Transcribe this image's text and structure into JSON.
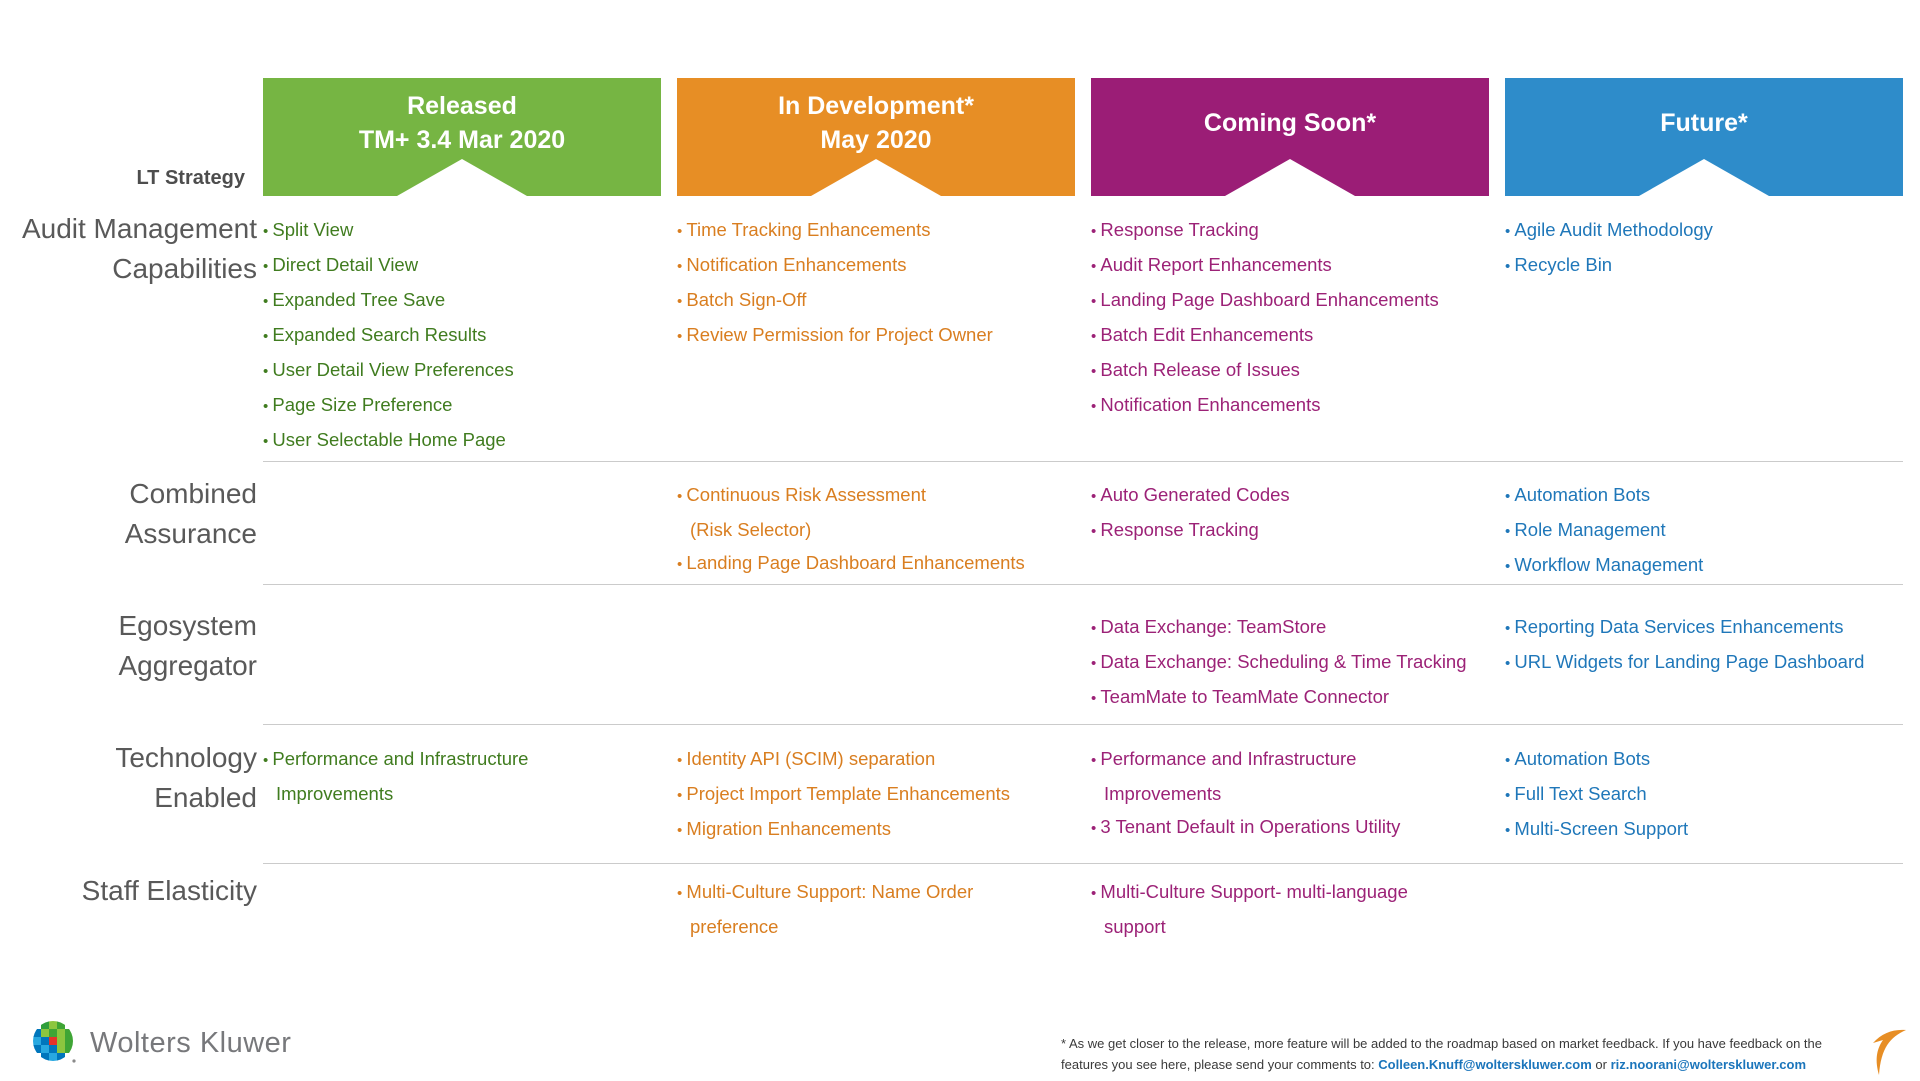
{
  "lt_strategy_label": "LT Strategy",
  "columns": [
    {
      "id": "released",
      "header_lines": [
        "Released",
        "TM+ 3.4 Mar 2020"
      ],
      "header_color": "#76B543",
      "text_color": "#407C1F"
    },
    {
      "id": "in-development",
      "header_lines": [
        "In Development*",
        "May 2020"
      ],
      "header_color": "#E78E25",
      "text_color": "#D97E20"
    },
    {
      "id": "coming-soon",
      "header_lines": [
        "Coming Soon*"
      ],
      "header_color": "#9B1D76",
      "text_color": "#9C2277"
    },
    {
      "id": "future",
      "header_lines": [
        "Future*"
      ],
      "header_color": "#2E8CCA",
      "text_color": "#1F77B9"
    }
  ],
  "rows": [
    {
      "id": "audit-management-capabilities",
      "label_lines": [
        "Audit Management",
        "Capabilities"
      ],
      "cells": [
        [
          "Split View",
          "Direct Detail View",
          "Expanded Tree Save",
          "Expanded Search Results",
          "User Detail View Preferences",
          "Page Size Preference",
          "User Selectable Home Page"
        ],
        [
          "Time Tracking Enhancements",
          "Notification Enhancements",
          "Batch Sign-Off",
          "Review Permission for Project Owner"
        ],
        [
          "Response Tracking",
          "Audit Report Enhancements",
          "Landing Page Dashboard Enhancements",
          "Batch Edit Enhancements",
          "Batch Release of Issues",
          "Notification Enhancements"
        ],
        [
          "Agile Audit Methodology",
          "Recycle Bin"
        ]
      ]
    },
    {
      "id": "combined-assurance",
      "label_lines": [
        "Combined",
        "Assurance"
      ],
      "cells": [
        [],
        [
          [
            "Continuous Risk Assessment",
            "(Risk Selector)"
          ],
          "Landing Page Dashboard Enhancements"
        ],
        [
          "Auto Generated Codes",
          "Response Tracking"
        ],
        [
          "Automation Bots",
          "Role Management",
          "Workflow Management"
        ]
      ]
    },
    {
      "id": "egosystem-aggregator",
      "label_lines": [
        "Egosystem",
        "Aggregator"
      ],
      "cells": [
        [],
        [],
        [
          "Data Exchange: TeamStore",
          "Data Exchange: Scheduling & Time Tracking",
          "TeamMate to TeamMate Connector"
        ],
        [
          "Reporting Data Services Enhancements",
          "URL Widgets for Landing Page Dashboard"
        ]
      ]
    },
    {
      "id": "technology-enabled",
      "label_lines": [
        "Technology",
        "Enabled"
      ],
      "cells": [
        [
          [
            "Performance and Infrastructure",
            "Improvements"
          ]
        ],
        [
          "Identity API (SCIM) separation",
          "Project Import Template Enhancements",
          "Migration Enhancements"
        ],
        [
          [
            "Performance and Infrastructure",
            "Improvements"
          ],
          "3 Tenant Default in Operations Utility"
        ],
        [
          "Automation Bots",
          "Full Text Search",
          "Multi-Screen Support"
        ]
      ]
    },
    {
      "id": "staff-elasticity",
      "label_lines": [
        "Staff Elasticity"
      ],
      "cells": [
        [],
        [
          [
            "Multi-Culture Support: Name Order",
            "preference"
          ]
        ],
        [
          [
            "Multi-Culture Support- multi-language",
            "support"
          ]
        ],
        []
      ]
    }
  ],
  "footer": {
    "logo_text": "Wolters Kluwer",
    "footnote_line1": "* As we get closer to the release, more feature will be added to the roadmap based on market feedback. If you have feedback on the",
    "footnote_line2_prefix": "features you see here, please send your comments to:",
    "email1": "Colleen.Knuff@wolterskluwer.com",
    "or_text": "or",
    "email2": "riz.noorani@wolterskluwer.com",
    "email_color": "#1B75BB",
    "arrow_color": "#E78E25"
  },
  "icons": {
    "bullet": "•",
    "header_notch": "white up-pointing triangle notch",
    "logo_mark": "wolters-kluwer mosaic globe",
    "footer_arrow": "orange swoosh arrow"
  }
}
